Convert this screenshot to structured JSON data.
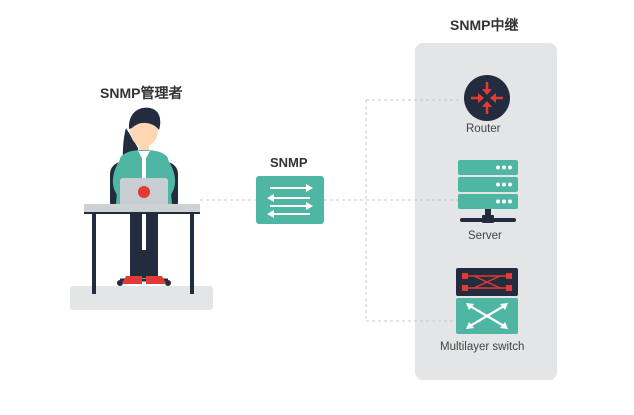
{
  "manager": {
    "title": "SNMP管理者"
  },
  "relay": {
    "title": "SNMP中继"
  },
  "protocol": {
    "label": "SNMP"
  },
  "devices": [
    {
      "label": "Router",
      "icon": "router-icon"
    },
    {
      "label": "Server",
      "icon": "server-icon"
    },
    {
      "label": "Multilayer switch",
      "icon": "multilayer-switch-icon"
    }
  ],
  "colors": {
    "teal": "#4fb6a4",
    "navy": "#232c3f",
    "red": "#e23a34",
    "panel": "#e3e5e6",
    "line": "#c8c8c8"
  }
}
